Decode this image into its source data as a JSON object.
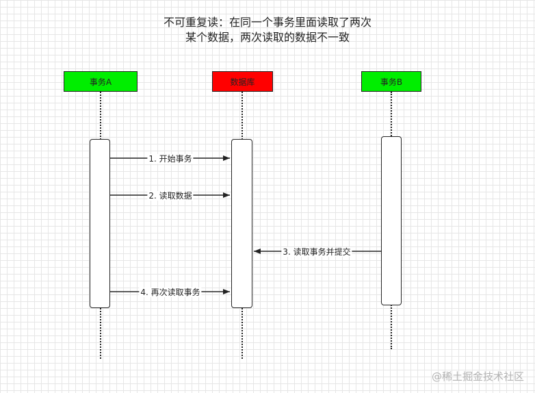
{
  "title": {
    "line1": "不可重复读：在同一个事务里面读取了两次",
    "line2": "某个数据，两次读取的数据不一致"
  },
  "actors": {
    "a": {
      "label": "事务A",
      "color": "#00ee00"
    },
    "db": {
      "label": "数据库",
      "color": "#ff0000"
    },
    "b": {
      "label": "事务B",
      "color": "#00ee00"
    }
  },
  "messages": [
    {
      "label": "1. 开始事务",
      "from": "a",
      "to": "db"
    },
    {
      "label": "2. 读取数据",
      "from": "a",
      "to": "db"
    },
    {
      "label": "3. 读取事务并提交",
      "from": "b",
      "to": "db"
    },
    {
      "label": "4. 再次读取事务",
      "from": "a",
      "to": "db"
    }
  ],
  "watermark": "@稀土掘金技术社区"
}
